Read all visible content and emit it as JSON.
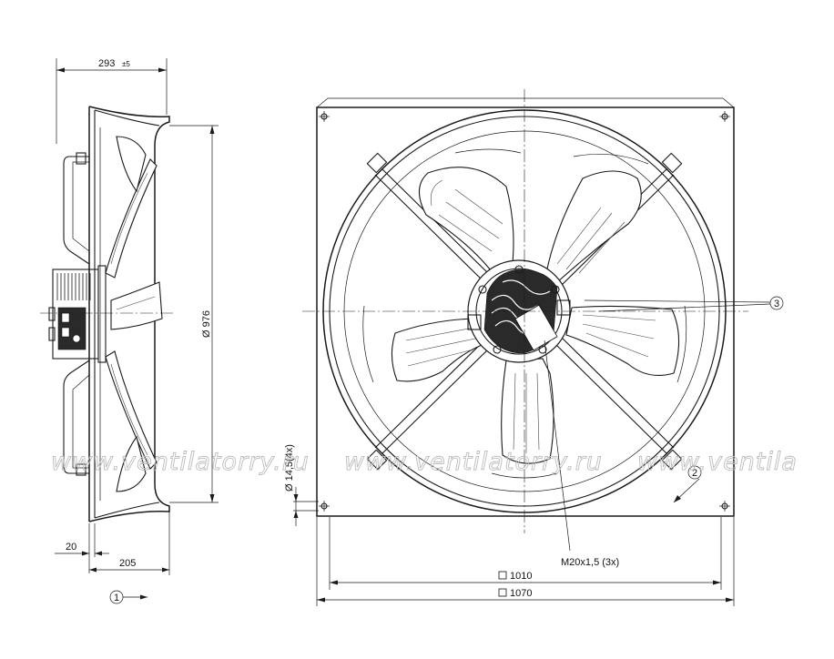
{
  "dimensions": {
    "depth": "293",
    "depth_tol": "±5",
    "diameter": "Ø 976",
    "hole": "Ø 14,5(4x)",
    "flange": "20",
    "motor_depth": "205",
    "hole_spacing": "1010",
    "plate_size": "1070",
    "thread": "M20x1,5 (3x)"
  },
  "callouts": {
    "c1": "1",
    "c2": "2",
    "c3": "3"
  },
  "watermark": {
    "w1": "www.ventilatorry.ru",
    "w2": "www.ventilatorry.ru",
    "w3": "www.ventila"
  }
}
